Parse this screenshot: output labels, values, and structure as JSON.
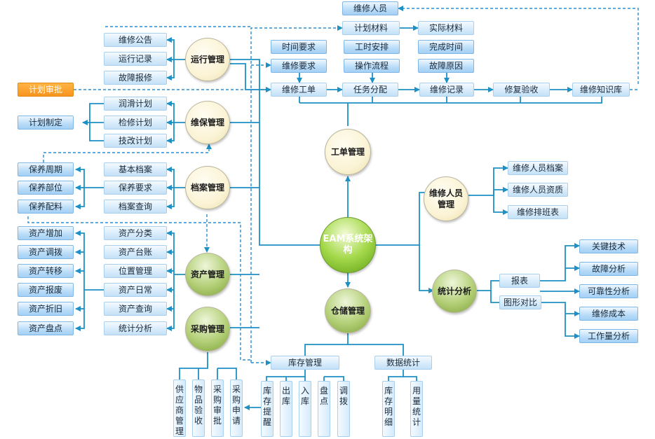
{
  "center": "EAM系统架构",
  "hubs": {
    "operation": "运行管理",
    "maintenance": "维保管理",
    "archive": "档案管理",
    "asset": "资产管理",
    "purchase": "采购管理",
    "workorder": "工单管理",
    "staff": "维修人员管理",
    "statistics": "统计分析",
    "warehouse": "仓储管理"
  },
  "operation_items": [
    "维修公告",
    "运行记录",
    "故障报修"
  ],
  "plan_approval": "计划审批",
  "maintenance_items": [
    "润滑计划",
    "检修计划",
    "技改计划"
  ],
  "plan_making": "计划制定",
  "archive_items": [
    "基本档案",
    "保养要求",
    "档案查询"
  ],
  "archive_left": [
    "保养周期",
    "保养部位",
    "保养配料"
  ],
  "asset_items": [
    "资产分类",
    "资产台账",
    "位置管理",
    "资产日常",
    "资产查询",
    "统计分析"
  ],
  "asset_left": [
    "资产增加",
    "资产调拨",
    "资产转移",
    "资产报废",
    "资产折旧",
    "资产盘点"
  ],
  "purchase_items": [
    "供应商管理",
    "物品验收",
    "采购审批",
    "采购申请"
  ],
  "top": {
    "staff": "维修人员",
    "plan_material": "计划材料",
    "actual_material": "实际材料",
    "time_req": "时间要求",
    "hours": "工时安排",
    "finish_time": "完成时间",
    "repair_req": "维修要求",
    "process": "操作流程",
    "fault_reason": "故障原因"
  },
  "workflow": [
    "维修工单",
    "任务分配",
    "维修记录",
    "修复验收",
    "维修知识库"
  ],
  "staff_items": [
    "维修人员档案",
    "维修人员资质",
    "维修排班表"
  ],
  "stat_mid": [
    "报表",
    "图形对比"
  ],
  "stat_items": [
    "关键技术",
    "故障分析",
    "可靠性分析",
    "维修成本",
    "工作量分析"
  ],
  "warehouse_groups": [
    "库存管理",
    "数据统计"
  ],
  "inventory_items": [
    "库存提醒",
    "出库",
    "入库",
    "盘点",
    "调拨"
  ],
  "data_items": [
    "库存明细",
    "用量统计"
  ],
  "colors": {
    "line": "#1e90c4",
    "dashed": "#2a8fd0",
    "orange": "#f7941d"
  }
}
